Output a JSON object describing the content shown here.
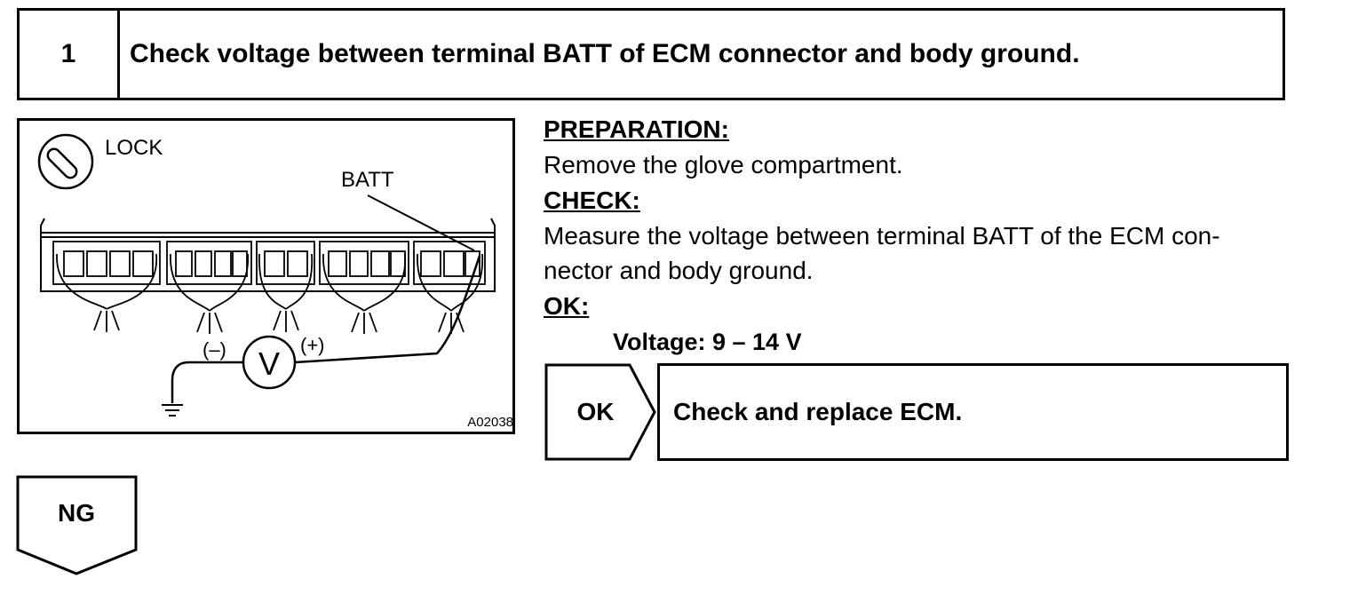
{
  "step": {
    "number": "1",
    "title": "Check voltage between terminal BATT of ECM connector and body ground."
  },
  "figure": {
    "lock_label": "LOCK",
    "batt_label": "BATT",
    "minus_label": "(–)",
    "plus_label": "(+)",
    "meter_label": "V",
    "figure_id": "A02038",
    "icons": [
      "ignition-lock-icon",
      "voltmeter-icon",
      "ground-symbol-icon"
    ]
  },
  "instructions": {
    "preparation_heading": "PREPARATION:",
    "preparation_text": "Remove the glove compartment.",
    "check_heading": "CHECK:",
    "check_line1": "Measure the voltage between terminal BATT of the ECM con-",
    "check_line2": "nector and body ground.",
    "ok_heading": "OK:",
    "ok_spec": "Voltage: 9 – 14 V"
  },
  "ok_branch": {
    "label": "OK",
    "result": "Check and replace ECM."
  },
  "ng_branch": {
    "label": "NG"
  }
}
